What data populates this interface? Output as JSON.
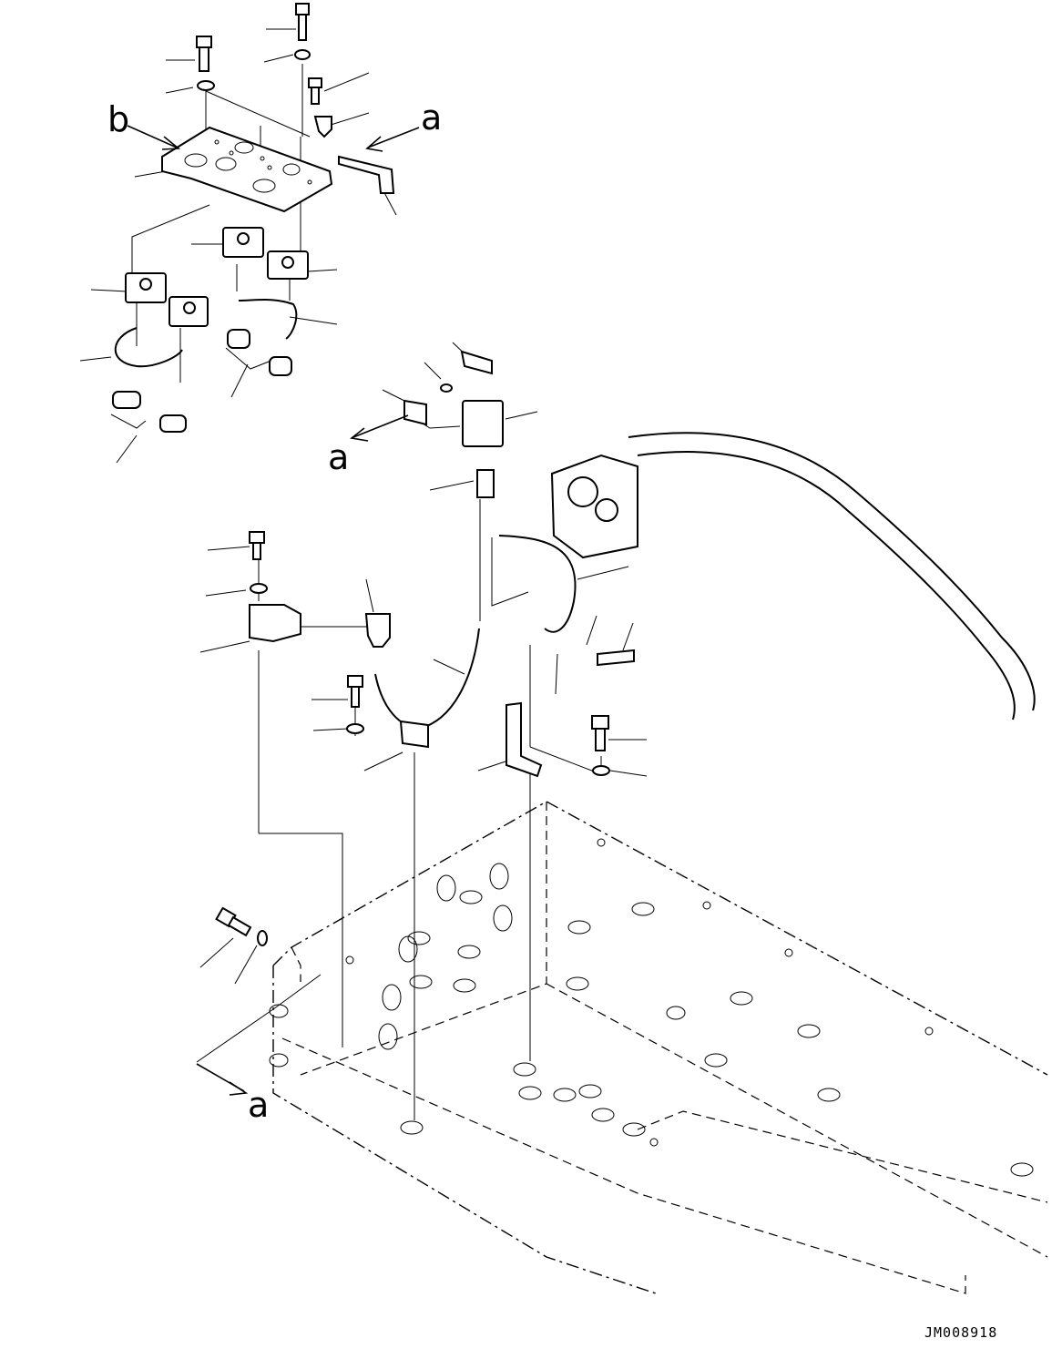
{
  "view_labels": {
    "a_top": "a",
    "b_top": "b",
    "a_middle": "a",
    "a_bottom": "a"
  },
  "figure_code": "JM008918"
}
